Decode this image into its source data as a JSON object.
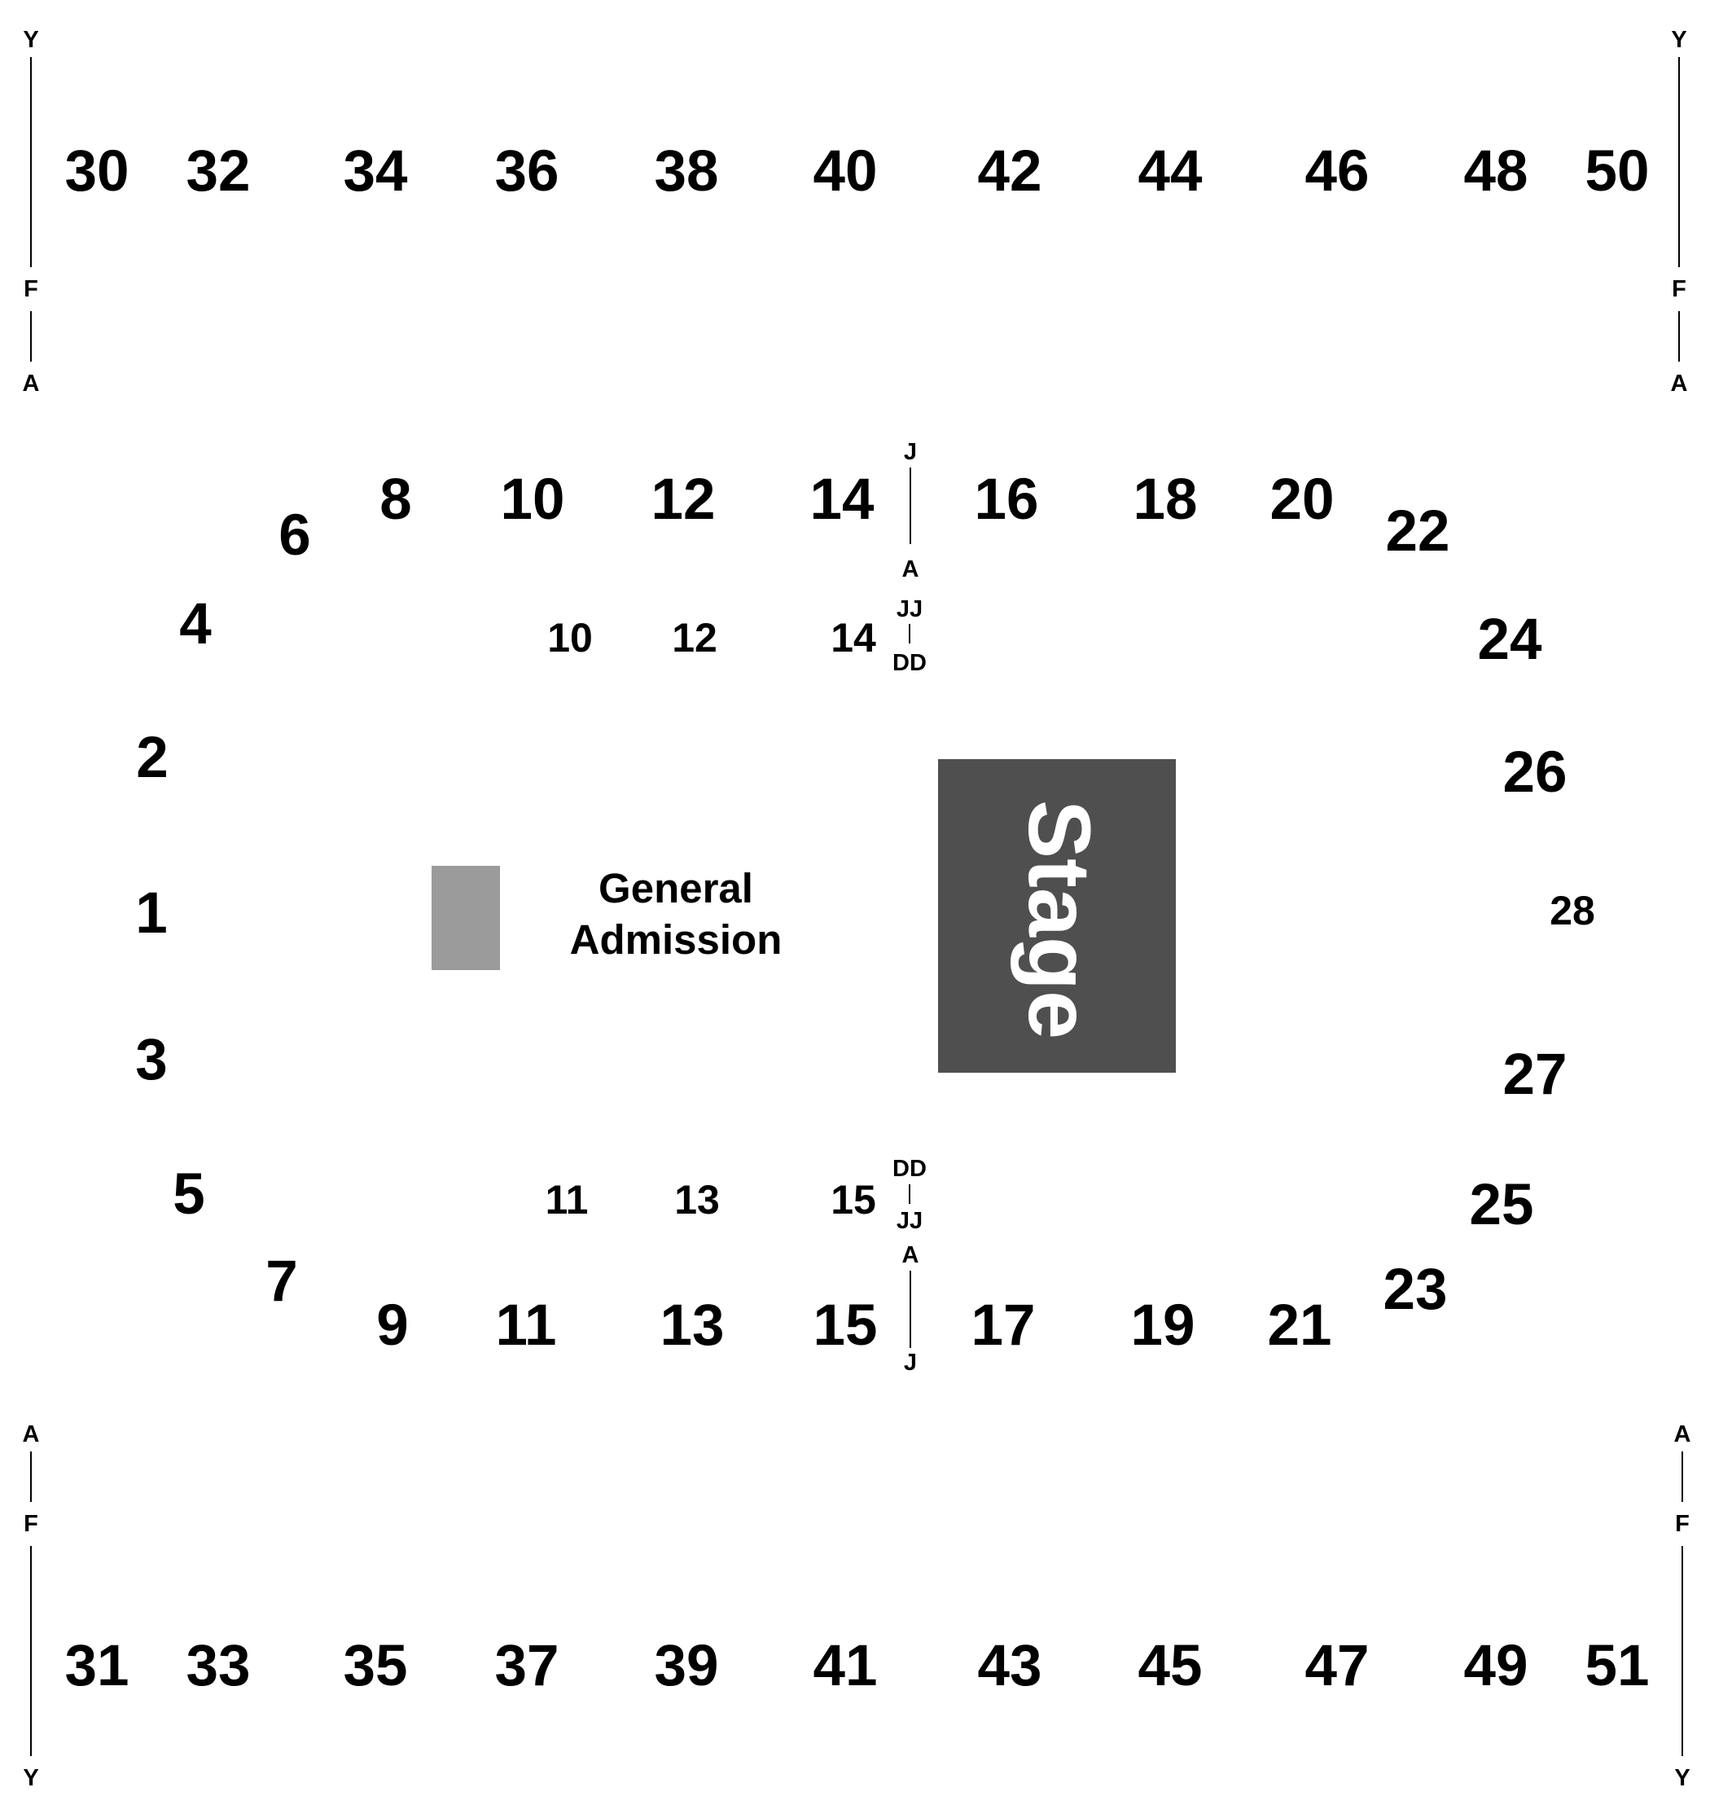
{
  "colors": {
    "stage": "#4f4f4f",
    "general_admission": "#9b9b9b",
    "stage_text": "#ffffff",
    "text": "#000000",
    "background": "#ffffff"
  },
  "stage": {
    "label": "Stage"
  },
  "general_admission": {
    "line1": "General",
    "line2": "Admission"
  },
  "sections": {
    "upper_top": [
      "30",
      "32",
      "34",
      "36",
      "38",
      "40",
      "42",
      "44",
      "46",
      "48",
      "50"
    ],
    "upper_bottom": [
      "31",
      "33",
      "35",
      "37",
      "39",
      "41",
      "43",
      "45",
      "47",
      "49",
      "51"
    ],
    "lower_top": [
      "6",
      "8",
      "10",
      "12",
      "14",
      "16",
      "18",
      "20",
      "22"
    ],
    "lower_bottom": [
      "7",
      "9",
      "11",
      "13",
      "15",
      "17",
      "19",
      "21",
      "23"
    ],
    "lower_left": [
      "4",
      "2",
      "1",
      "3",
      "5"
    ],
    "lower_right": [
      "24",
      "26",
      "27",
      "25"
    ],
    "lower_right_small": "28",
    "floor_top": [
      "10",
      "12",
      "14"
    ],
    "floor_bottom": [
      "11",
      "13",
      "15"
    ]
  },
  "row_markers": {
    "upper_corner_top": {
      "top": "Y",
      "mid": "F",
      "bottom": "A"
    },
    "upper_corner_bottom": {
      "top": "A",
      "mid": "F",
      "bottom": "Y"
    },
    "lower_top": {
      "top": "J",
      "bottom": "A"
    },
    "lower_bottom": {
      "top": "A",
      "bottom": "J"
    },
    "floor_top": {
      "top": "JJ",
      "bottom": "DD"
    },
    "floor_bottom": {
      "top": "DD",
      "bottom": "JJ"
    }
  }
}
